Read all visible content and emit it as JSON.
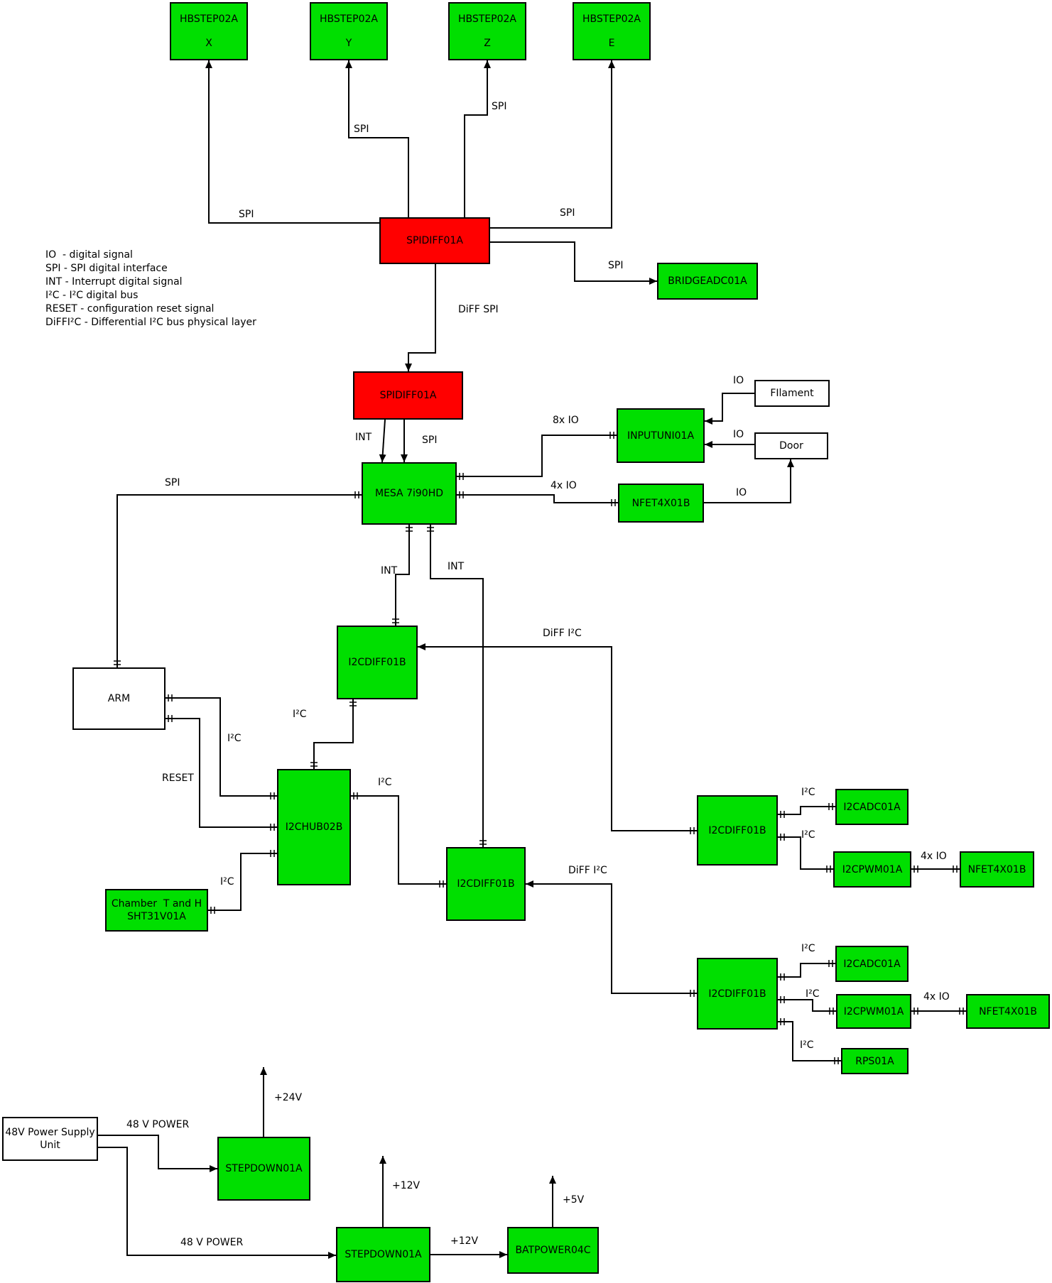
{
  "diagram": {
    "colors": {
      "module_green": "#00df00",
      "bus_red": "#ff0000",
      "external_white": "#ffffff",
      "wire_black": "#000000"
    },
    "legend": [
      "IO  - digital signal",
      "SPI - SPI digital interface",
      "INT - Interrupt digital signal",
      "I²C - I²C digital bus",
      "RESET - configuration reset signal",
      "DiFFI²C - Differential I²C bus physical layer"
    ],
    "nodes": {
      "hbstep_x": {
        "title": "HBSTEP02A",
        "subtitle": "X"
      },
      "hbstep_y": {
        "title": "HBSTEP02A",
        "subtitle": "Y"
      },
      "hbstep_z": {
        "title": "HBSTEP02A",
        "subtitle": "Z"
      },
      "hbstep_e": {
        "title": "HBSTEP02A",
        "subtitle": "E"
      },
      "spidiff_top": {
        "title": "SPIDIFF01A"
      },
      "bridgeadc": {
        "title": "BRIDGEADC01A"
      },
      "spidiff_mid": {
        "title": "SPIDIFF01A"
      },
      "mesa": {
        "title": "MESA 7i90HD"
      },
      "inputuni": {
        "title": "INPUTUNI01A"
      },
      "filament": {
        "title": "FIlament"
      },
      "door": {
        "title": "Door"
      },
      "nfet_top": {
        "title": "NFET4X01B"
      },
      "arm": {
        "title": "ARM"
      },
      "i2cdiff_1": {
        "title": "I2CDIFF01B"
      },
      "i2chub": {
        "title": "I2CHUB02B"
      },
      "sht31": {
        "title": "Chamber  T and H",
        "subtitle": "SHT31V01A"
      },
      "i2cdiff_2": {
        "title": "I2CDIFF01B"
      },
      "i2cdiff_3": {
        "title": "I2CDIFF01B"
      },
      "i2cadc_1": {
        "title": "I2CADC01A"
      },
      "i2cpwm_1": {
        "title": "I2CPWM01A"
      },
      "nfet_2": {
        "title": "NFET4X01B"
      },
      "i2cdiff_4": {
        "title": "I2CDIFF01B"
      },
      "i2cadc_2": {
        "title": "I2CADC01A"
      },
      "i2cpwm_2": {
        "title": "I2CPWM01A"
      },
      "nfet_3": {
        "title": "NFET4X01B"
      },
      "rps": {
        "title": "RPS01A"
      },
      "psu": {
        "title": "48V Power Supply",
        "subtitle": "Unit"
      },
      "stepdown_1": {
        "title": "STEPDOWN01A"
      },
      "stepdown_2": {
        "title": "STEPDOWN01A"
      },
      "batpower": {
        "title": "BATPOWER04C"
      }
    },
    "labels": {
      "spi_x": "SPI",
      "spi_y": "SPI",
      "spi_z": "SPI",
      "spi_e": "SPI",
      "spi_bridge": "SPI",
      "diff_spi": "DiFF SPI",
      "int_mesa": "INT",
      "spi_mesa": "SPI",
      "io8": "8x IO",
      "io4": "4x IO",
      "io_filament": "IO",
      "io_door": "IO",
      "io_nfet": "IO",
      "spi_arm": "SPI",
      "int1": "INT",
      "int2": "INT",
      "diffi2c1": "DiFF I²C",
      "diffi2c2": "DiFF I²C",
      "i2c_diff1_hub": "I²C",
      "i2c_arm": "I²C",
      "reset": "RESET",
      "i2c_sht": "I²C",
      "i2c_hub_diff2": "I²C",
      "i2c_adc1": "I²C",
      "i2c_pwm1": "I²C",
      "io4_1": "4x IO",
      "i2c_adc2": "I²C",
      "i2c_pwm2": "I²C",
      "io4_2": "4x IO",
      "i2c_rps": "I²C",
      "power48_1": "48 V POWER",
      "power48_2": "48 V POWER",
      "v24": "+24V",
      "v12a": "+12V",
      "v12b": "+12V",
      "v5": "+5V"
    }
  }
}
